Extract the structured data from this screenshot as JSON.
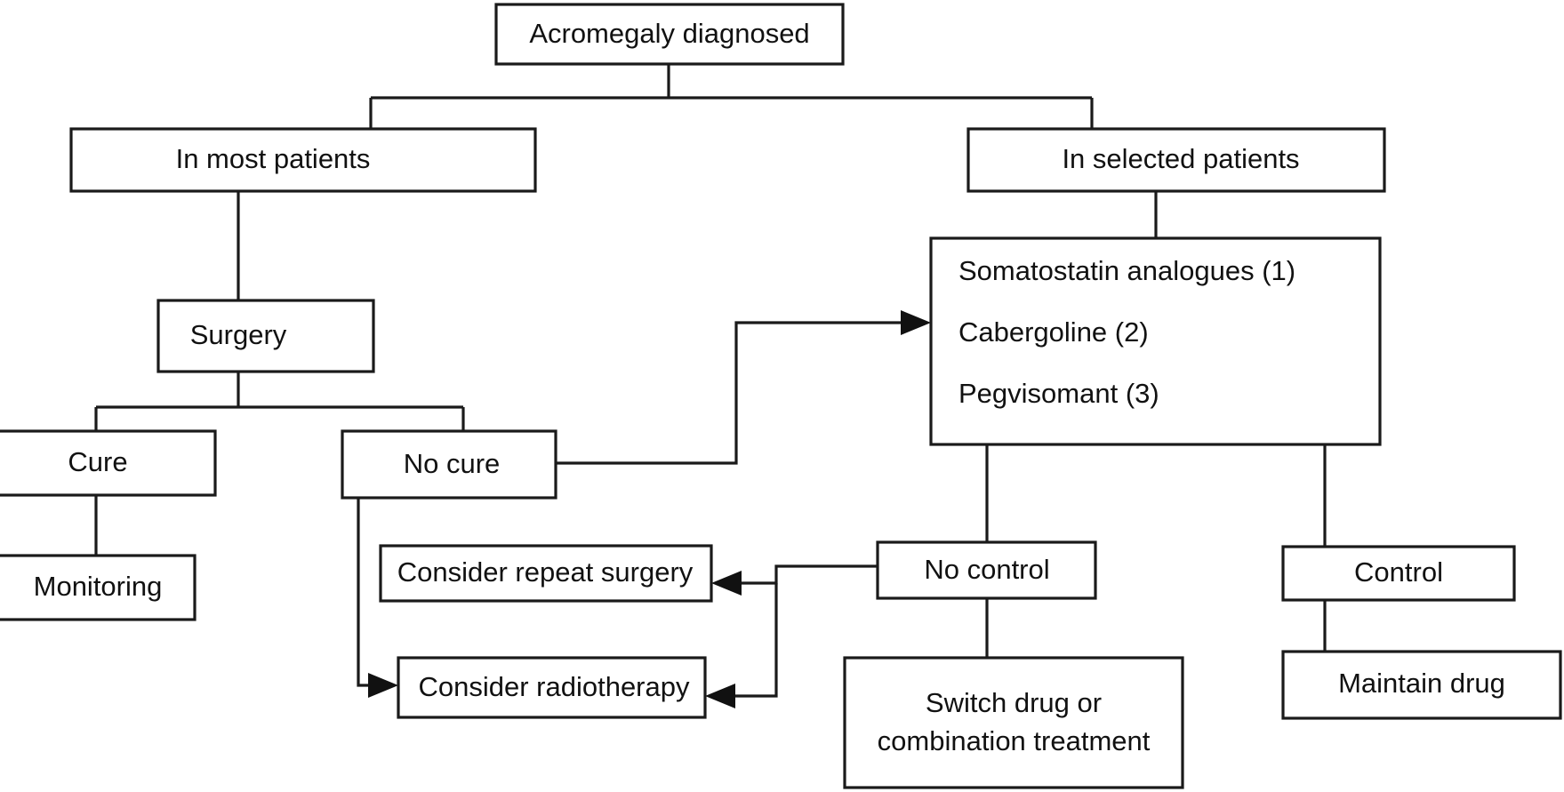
{
  "diagram": {
    "title": "Acromegaly treatment algorithm flowchart",
    "colors": {
      "background": "#ffffff",
      "stroke": "#1a1a1a",
      "text": "#111111"
    },
    "nodes": {
      "acromegaly_diagnosed": {
        "label": "Acromegaly diagnosed"
      },
      "in_most_patients": {
        "label": "In most patients"
      },
      "in_selected_patients": {
        "label": "In selected patients"
      },
      "surgery": {
        "label": "Surgery"
      },
      "cure": {
        "label": "Cure"
      },
      "monitoring": {
        "label": "Monitoring"
      },
      "no_cure": {
        "label": "No cure"
      },
      "consider_repeat_surgery": {
        "label": "Consider repeat surgery"
      },
      "consider_radiotherapy": {
        "label": "Consider radiotherapy"
      },
      "drugs": {
        "line1": "Somatostatin analogues (1)",
        "line2": "Cabergoline (2)",
        "line3": "Pegvisomant (3)"
      },
      "no_control": {
        "label": "No control"
      },
      "switch_drug": {
        "line1": "Switch drug or",
        "line2": "combination treatment"
      },
      "control": {
        "label": "Control"
      },
      "maintain_drug": {
        "label": "Maintain drug"
      }
    }
  }
}
